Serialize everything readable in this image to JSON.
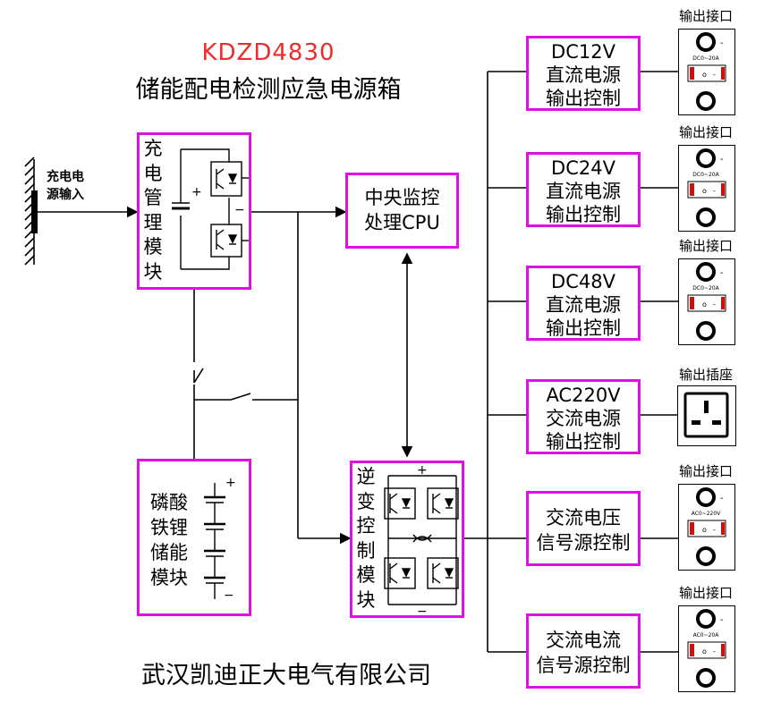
{
  "header": {
    "model": "KDZD4830",
    "title": "储能配电检测应急电源箱"
  },
  "footer": {
    "company": "武汉凯迪正大电气有限公司"
  },
  "input": {
    "label_line1": "充电电",
    "label_line2": "源输入"
  },
  "blocks": {
    "charge": [
      "充",
      "电",
      "管",
      "理",
      "模",
      "块"
    ],
    "battery": [
      "磷酸",
      "铁锂",
      "储能",
      "模块"
    ],
    "cpu": [
      "中央监控",
      "处理CPU"
    ],
    "inverter": [
      "逆",
      "变",
      "控",
      "制",
      "模",
      "块"
    ]
  },
  "outputs": [
    {
      "lines": [
        "DC12V",
        "直流电源",
        "输出控制"
      ],
      "port_label": "输出接口",
      "plate_text": "DC0~20A"
    },
    {
      "lines": [
        "DC24V",
        "直流电源",
        "输出控制"
      ],
      "port_label": "输出接口",
      "plate_text": "DC0~20A"
    },
    {
      "lines": [
        "DC48V",
        "直流电源",
        "输出控制"
      ],
      "port_label": "输出接口",
      "plate_text": "DC0~20A"
    },
    {
      "lines": [
        "AC220V",
        "交流电源",
        "输出控制"
      ],
      "port_label": "输出插座",
      "plate_text": ""
    },
    {
      "lines": [
        "交流电压",
        "信号源控制"
      ],
      "port_label": "输出接口",
      "plate_text": "AC0~220V"
    },
    {
      "lines": [
        "交流电流",
        "信号源控制"
      ],
      "port_label": "输出接口",
      "plate_text": "AC0~20A"
    }
  ],
  "symbols": {
    "plus": "+",
    "minus": "−"
  },
  "colors": {
    "box_border": "#e010e0",
    "model_text": "#ee2b2b",
    "switch_red": "#cc1111"
  }
}
